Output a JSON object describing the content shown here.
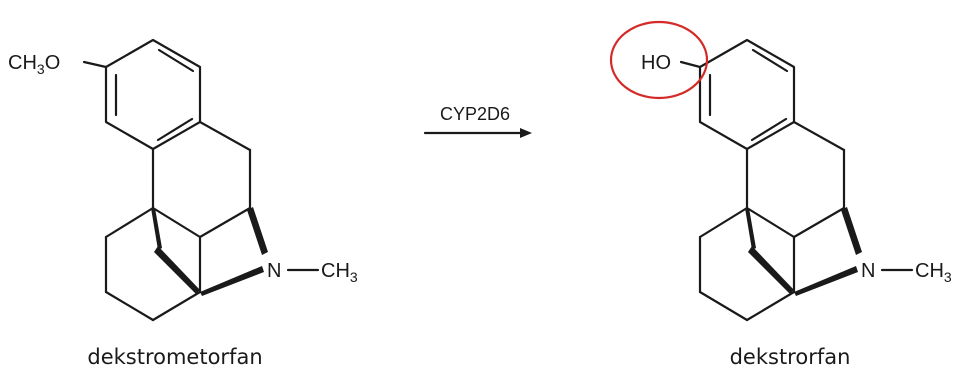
{
  "reaction": {
    "enzyme": "CYP2D6",
    "arrow": "right-arrow"
  },
  "reactant": {
    "name": "dekstrometorfan",
    "substituent_main": "CH",
    "substituent_sub": "3",
    "substituent_tail": "O",
    "nitrogen": "N",
    "methyl_main": "CH",
    "methyl_sub": "3"
  },
  "product": {
    "name": "dekstrorfan",
    "substituent": "HO",
    "nitrogen": "N",
    "methyl_main": "CH",
    "methyl_sub": "3"
  },
  "colors": {
    "ink": "#1a1a1a",
    "highlight": "#d42a2a"
  },
  "icons": [
    "right-arrow-icon",
    "highlight-circle-icon"
  ]
}
